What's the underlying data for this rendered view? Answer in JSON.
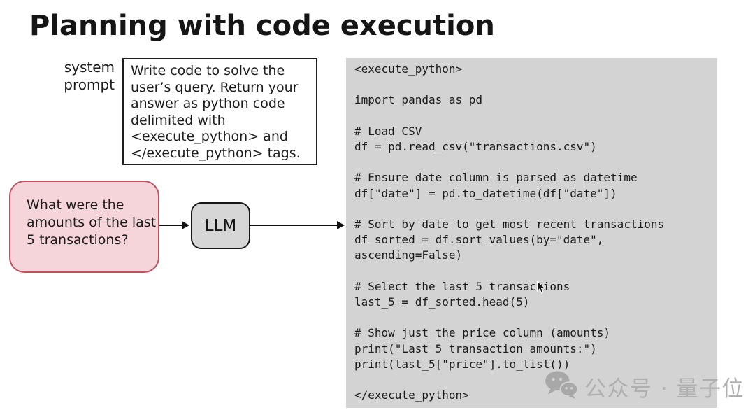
{
  "title": "Planning with code execution",
  "system_prompt": {
    "label": "system\nprompt",
    "text": "Write code to solve the\nuser’s query. Return your\nanswer as python code\ndelimited with\n<execute_python> and\n</execute_python> tags."
  },
  "flow": {
    "user_query": "What were the\namounts of the last\n5 transactions?",
    "llm_label": "LLM"
  },
  "code_block": {
    "language": "python",
    "code": "<execute_python>\n\nimport pandas as pd\n\n# Load CSV\ndf = pd.read_csv(\"transactions.csv\")\n\n# Ensure date column is parsed as datetime\ndf[\"date\"] = pd.to_datetime(df[\"date\"])\n\n# Sort by date to get most recent transactions\ndf_sorted = df.sort_values(by=\"date\",\nascending=False)\n\n# Select the last 5 transactions\nlast_5 = df_sorted.head(5)\n\n# Show just the price column (amounts)\nprint(\"Last 5 transaction amounts:\")\nprint(last_5[\"price\"].to_list())\n\n</execute_python>"
  },
  "watermark": {
    "icon": "wechat-icon",
    "text": "公众号 · 量子位"
  },
  "colors": {
    "query_fill": "#f5d5d9",
    "query_border": "#c05260",
    "code_bg": "#d3d3d3",
    "llm_fill": "#d6d6d6",
    "watermark_gray": "#b0b0b0"
  }
}
